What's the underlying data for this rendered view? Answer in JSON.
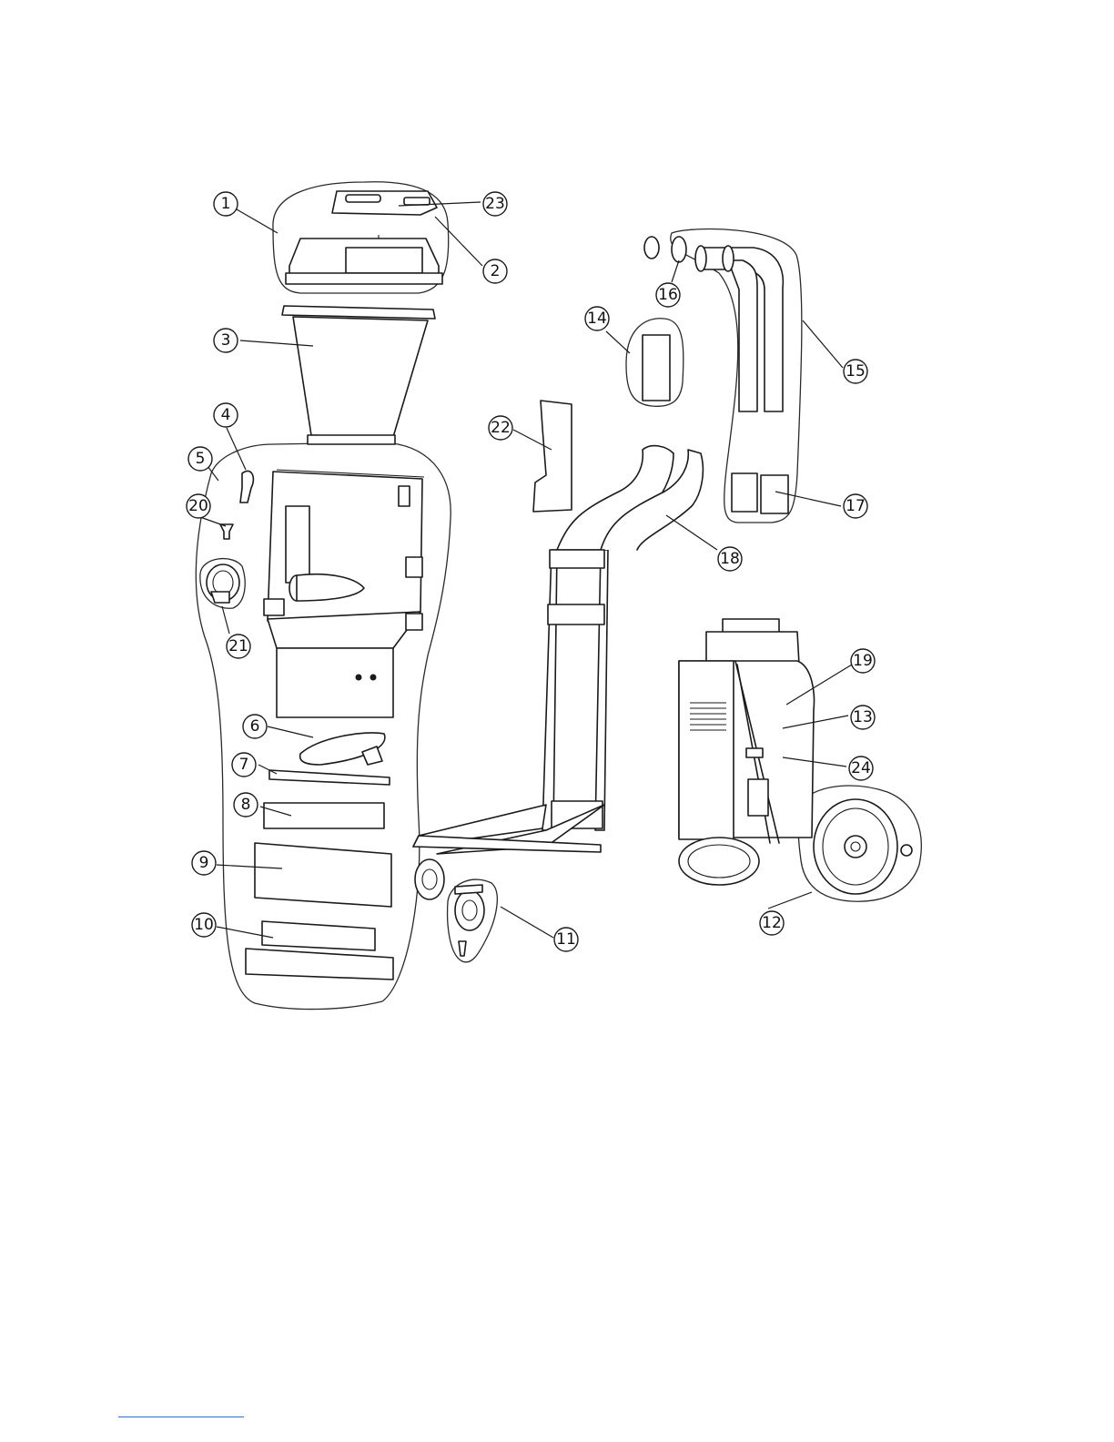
{
  "callouts": [
    {
      "id": "c1",
      "label": "1"
    },
    {
      "id": "c2",
      "label": "2"
    },
    {
      "id": "c3",
      "label": "3"
    },
    {
      "id": "c4",
      "label": "4"
    },
    {
      "id": "c5",
      "label": "5"
    },
    {
      "id": "c6",
      "label": "6"
    },
    {
      "id": "c7",
      "label": "7"
    },
    {
      "id": "c8",
      "label": "8"
    },
    {
      "id": "c9",
      "label": "9"
    },
    {
      "id": "c10",
      "label": "10"
    },
    {
      "id": "c11",
      "label": "11"
    },
    {
      "id": "c12",
      "label": "12"
    },
    {
      "id": "c13",
      "label": "13"
    },
    {
      "id": "c14",
      "label": "14"
    },
    {
      "id": "c15",
      "label": "15"
    },
    {
      "id": "c16",
      "label": "16"
    },
    {
      "id": "c17",
      "label": "17"
    },
    {
      "id": "c18",
      "label": "18"
    },
    {
      "id": "c19",
      "label": "19"
    },
    {
      "id": "c20",
      "label": "20"
    },
    {
      "id": "c21",
      "label": "21"
    },
    {
      "id": "c22",
      "label": "22"
    },
    {
      "id": "c23",
      "label": "23"
    },
    {
      "id": "c24",
      "label": "24"
    }
  ],
  "colors": {
    "line": "#1a1a1a",
    "background": "#ffffff",
    "footer_rule": "#2a6fd6"
  }
}
